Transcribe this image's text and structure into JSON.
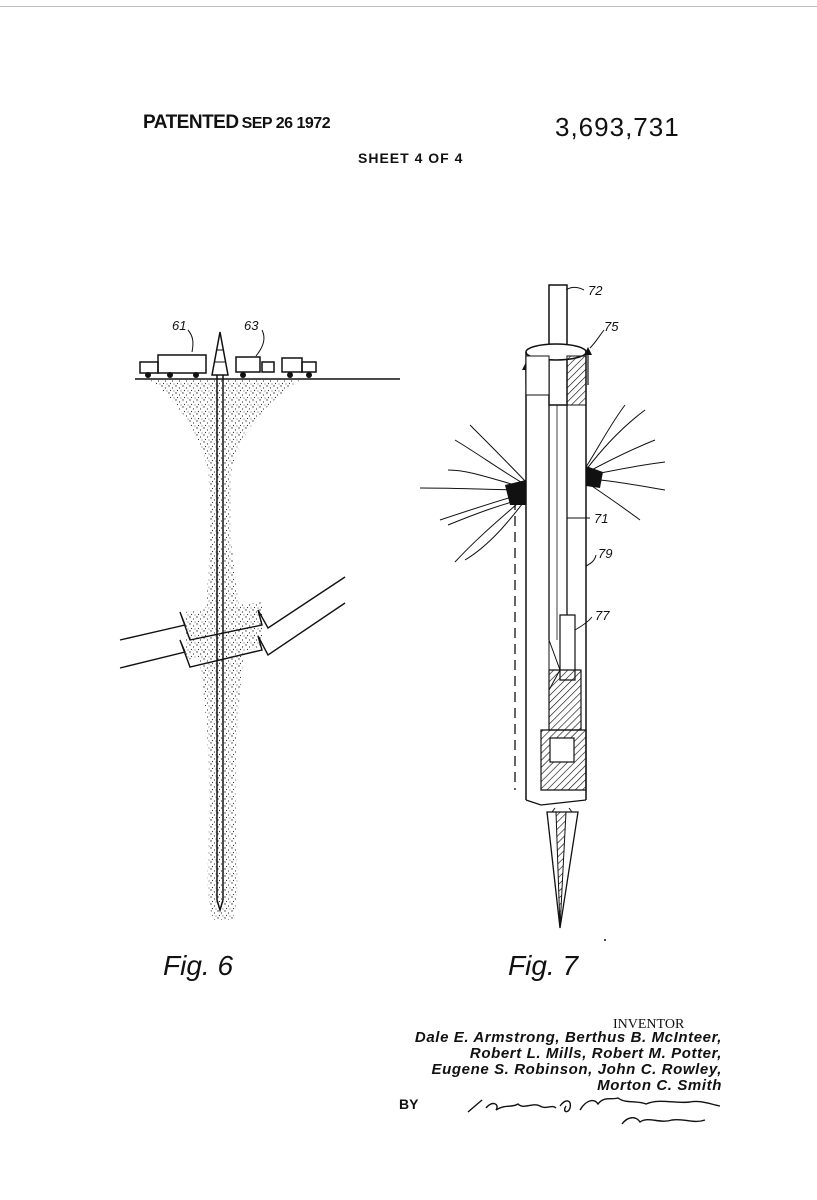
{
  "header": {
    "patented_label": "PATENTED",
    "patent_date": "SEP 26 1972",
    "patent_number": "3,693,731",
    "sheet": "SHEET 4 OF 4"
  },
  "figures": [
    {
      "label": "Fig. 6",
      "refs": [
        "61",
        "63"
      ]
    },
    {
      "label": "Fig. 7",
      "refs": [
        "72",
        "75",
        "71",
        "79",
        "77"
      ]
    }
  ],
  "inventors": {
    "heading": "INVENTOR",
    "line1": "Dale E. Armstrong, Berthus B. McInteer,",
    "line2": "Robert L. Mills, Robert M. Potter,",
    "line3": "Eugene S. Robinson, John C. Rowley,",
    "line4": "Morton C. Smith"
  },
  "by_label": "BY",
  "signature": "Robert G. Anderson, Attorney"
}
